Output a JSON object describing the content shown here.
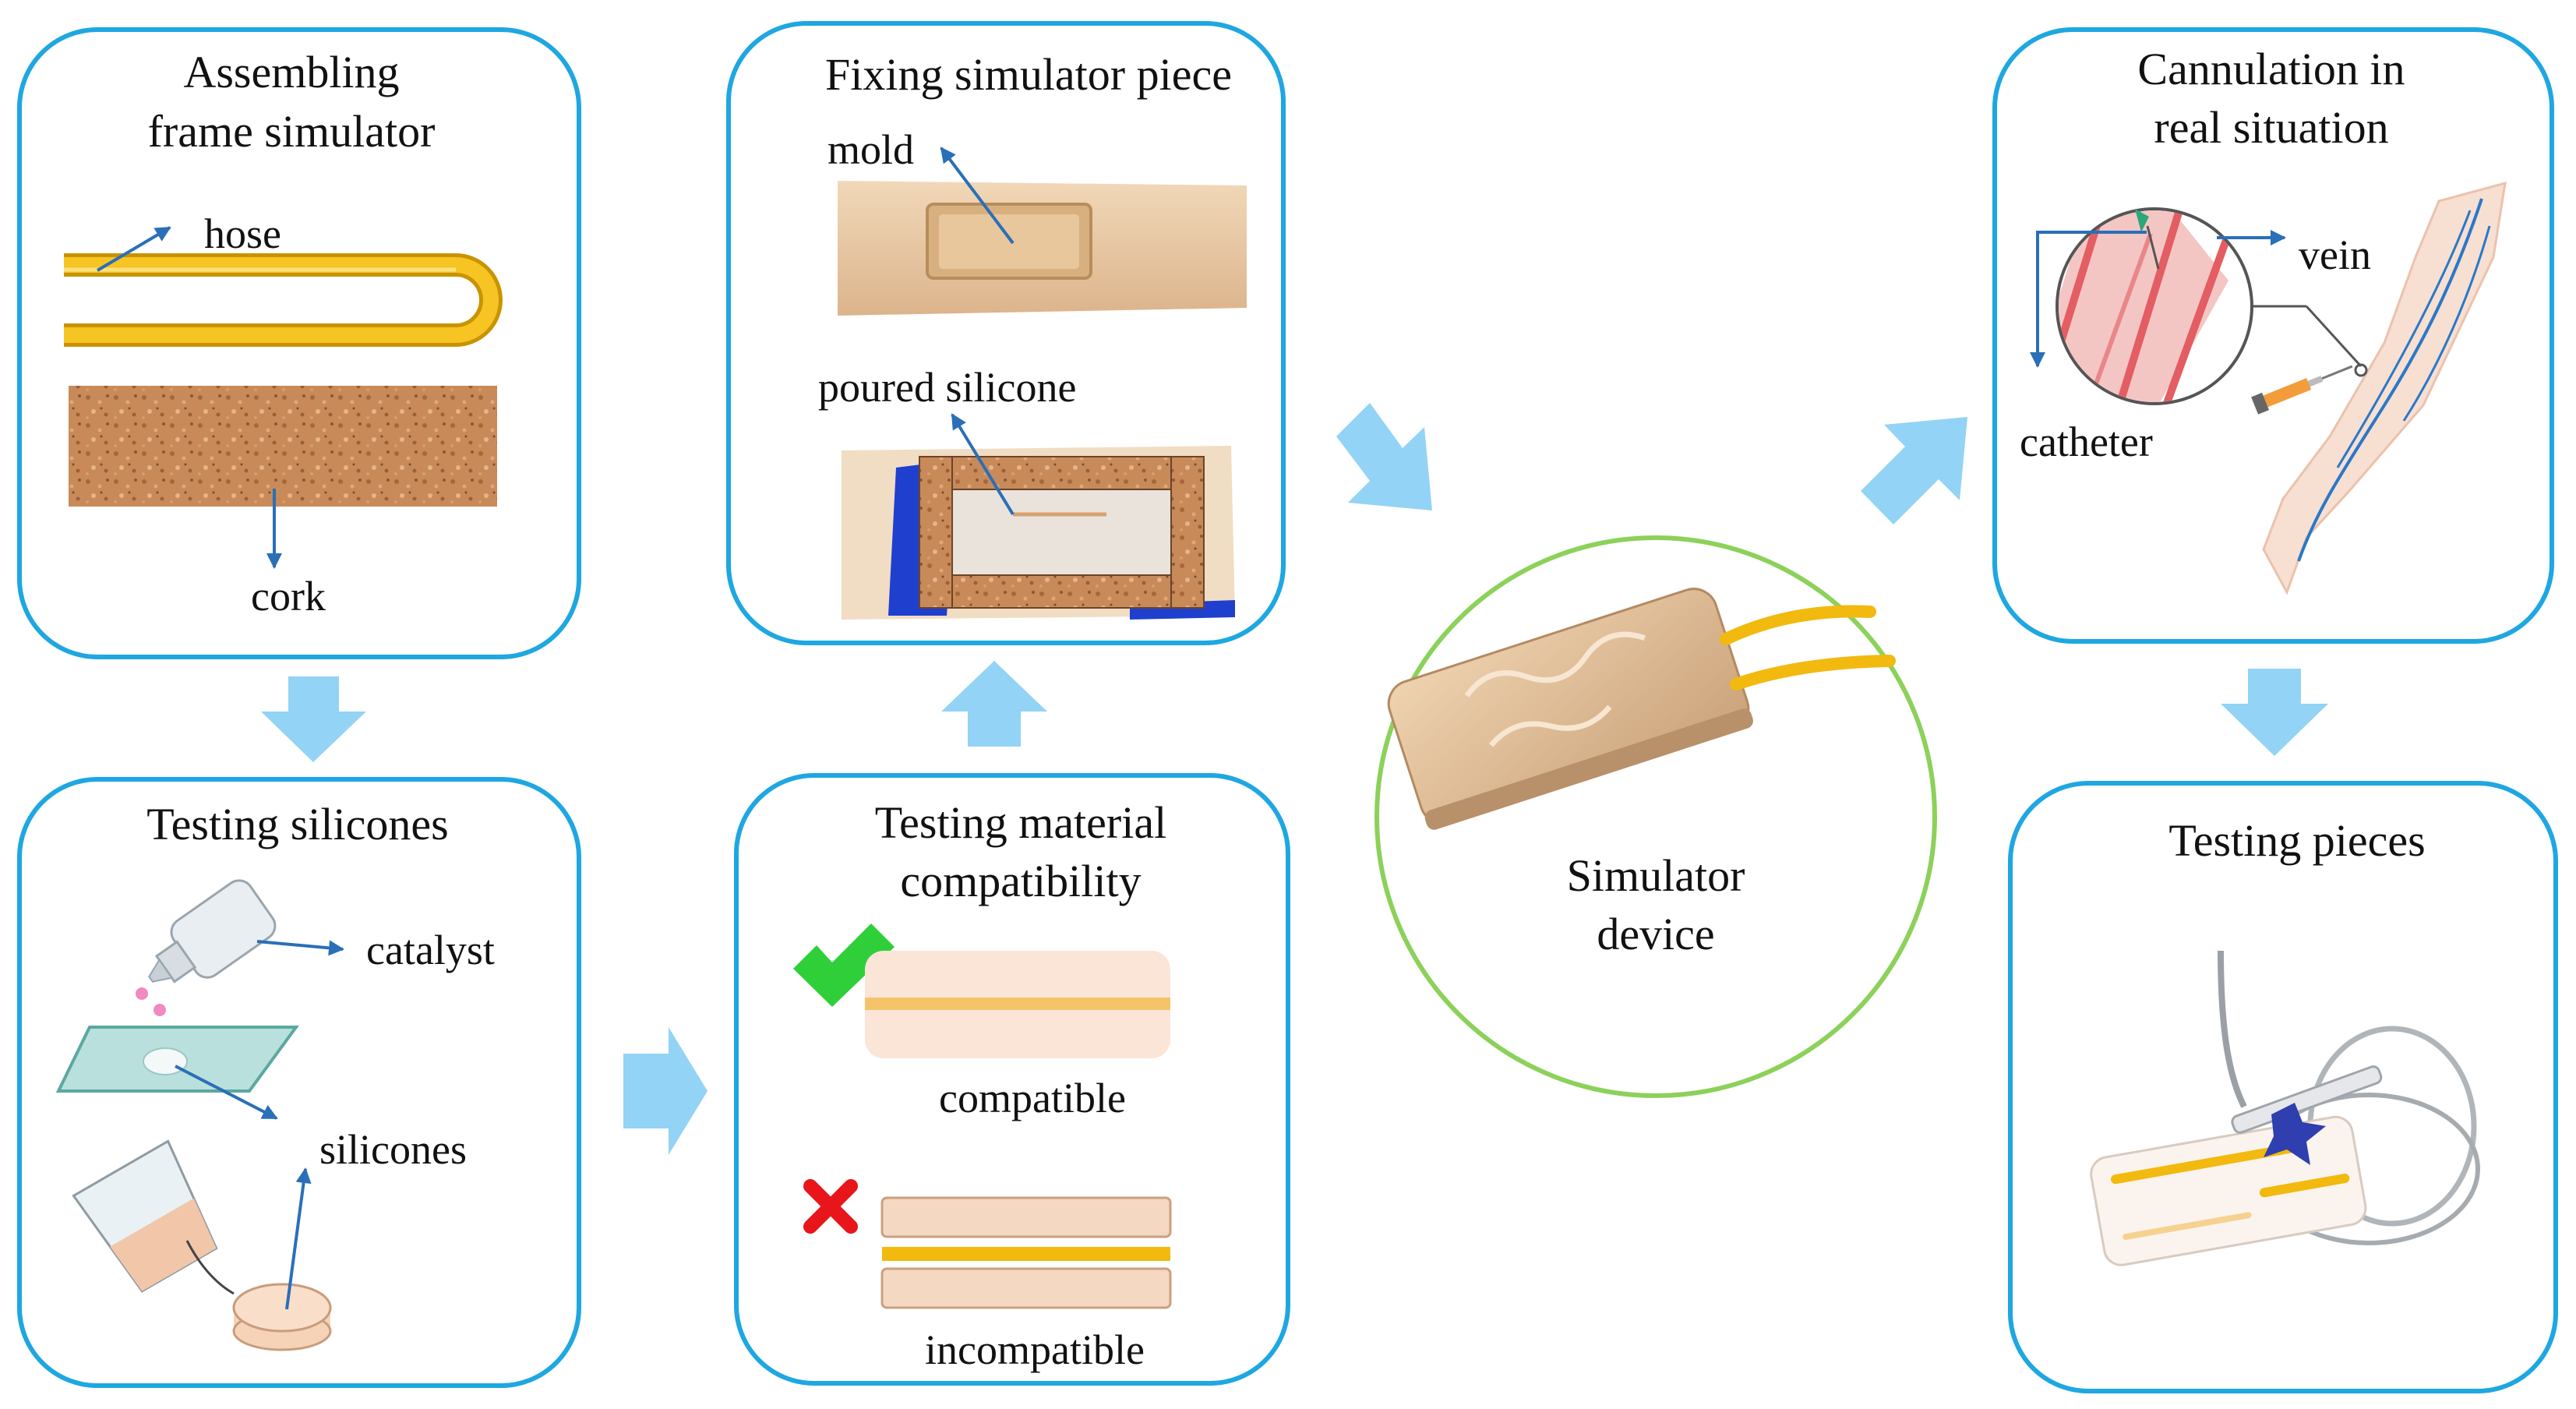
{
  "colors": {
    "panel_border": "#1ea7e1",
    "circle_border": "#8cd15a",
    "flow_arrow": "#93d3f5",
    "pointer": "#2a6fb8",
    "hose": "#f2b90f",
    "cork": "#c98a5a",
    "skin": "#e9cba6",
    "check": "#2fcf3a",
    "cross": "#e8151b"
  },
  "panels": {
    "assembling": {
      "title_line1": "Assembling",
      "title_line2": "frame simulator",
      "hose_label": "hose",
      "cork_label": "cork"
    },
    "testing_silicones": {
      "title": "Testing silicones",
      "catalyst_label": "catalyst",
      "silicones_label": "silicones"
    },
    "fixing": {
      "title": "Fixing simulator piece",
      "mold_label": "mold",
      "poured_label": "poured silicone"
    },
    "compatibility": {
      "title_line1": "Testing material",
      "title_line2": "compatibility",
      "compatible_label": "compatible",
      "incompatible_label": "incompatible",
      "check_icon": "check-icon",
      "cross_icon": "cross-icon"
    },
    "simulator": {
      "label_line1": "Simulator",
      "label_line2": "device"
    },
    "cannulation": {
      "title_line1": "Cannulation in",
      "title_line2": "real situation",
      "vein_label": "vein",
      "catheter_label": "catheter"
    },
    "testing_pieces": {
      "title": "Testing pieces"
    }
  }
}
